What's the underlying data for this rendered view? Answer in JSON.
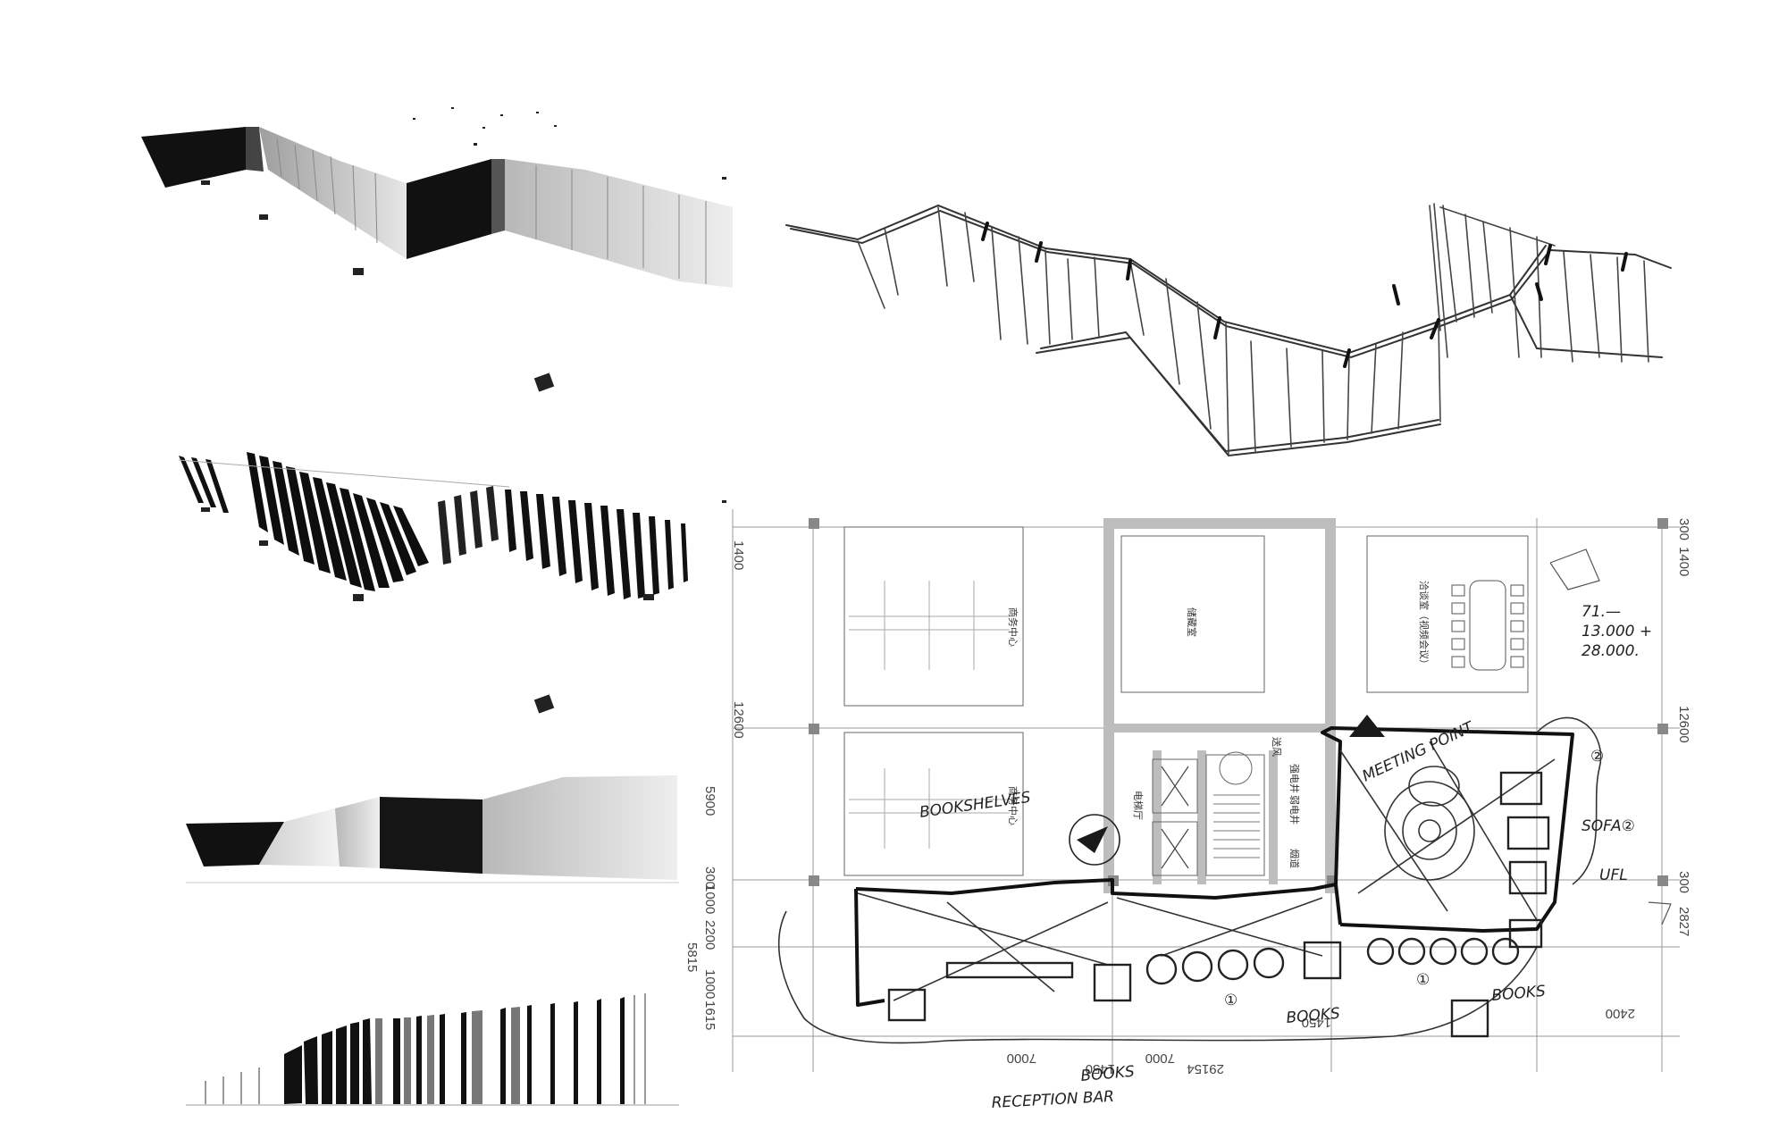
{
  "render_views": [
    {
      "id": "solid-perspective"
    },
    {
      "id": "fins-perspective"
    },
    {
      "id": "solid-elevation"
    },
    {
      "id": "fins-elevation"
    }
  ],
  "sketch": {
    "id": "wall-sketch"
  },
  "plan": {
    "vertical_dims_right": [
      "300",
      "1400",
      "12600",
      "300",
      "2827"
    ],
    "vertical_dims_left": [
      "1400",
      "12600",
      "5900",
      "300",
      "1000",
      "2200",
      "5815",
      "1000",
      "1615"
    ],
    "bottom_dims": [
      "7000",
      "1450",
      "29154",
      "7000",
      "1450",
      "2400"
    ],
    "rooms": {
      "business_center_top": "商务中心",
      "business_center_bottom": "商务中心",
      "storage": "储藏室",
      "meeting_room": "洽谈室（视频会议）",
      "elevator_hall": "电梯厅",
      "weak_shaft": "弱电井",
      "strong_shaft": "强电井",
      "smoke": "送风",
      "ventilation": "烟道"
    },
    "annotations": {
      "bookshelves": "BOOKSHELVES",
      "reception_bar": "RECEPTION BAR",
      "books_1": "BOOKS",
      "books_2": "BOOKS",
      "books_3": "BOOKS",
      "meeting_point": "MEETING POINT",
      "sofa": "SOFA②",
      "circle_1a": "①",
      "circle_1b": "①",
      "circle_2": "②",
      "note_1": "71.—",
      "note_2": "13.000 +",
      "note_3": "28.000.",
      "ufl": "UFL"
    }
  },
  "colors": {
    "ink": "#1a1a1a",
    "pencil": "#555555",
    "grid": "#9a9a9a",
    "dark": "#141414",
    "light": "#d8d8d8"
  }
}
